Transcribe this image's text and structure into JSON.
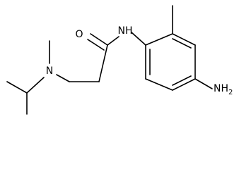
{
  "molecule": {
    "labels": {
      "oxygen": "O",
      "amide_nh": "NH",
      "amine_n": "N",
      "amino_nh": "NH",
      "amino_sub": "2"
    }
  }
}
